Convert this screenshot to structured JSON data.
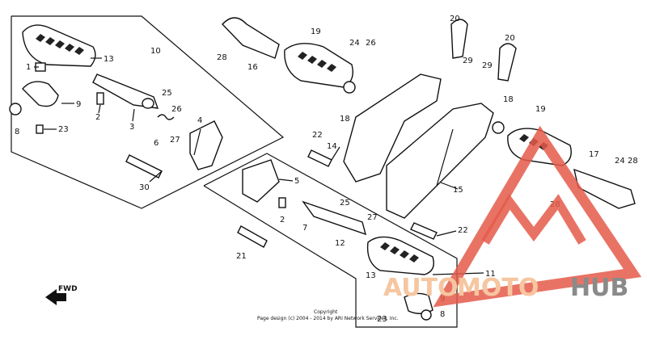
{
  "diagram": {
    "callouts": [
      "1",
      "2",
      "3",
      "4",
      "5",
      "6",
      "7",
      "8",
      "9",
      "10",
      "11",
      "12",
      "13",
      "14",
      "15",
      "16",
      "17",
      "18",
      "19",
      "20",
      "21",
      "22",
      "23",
      "24",
      "25",
      "26",
      "27",
      "28",
      "29",
      "30"
    ],
    "direction_label": "FWD",
    "copyright_line1": "Copyright",
    "copyright_line2": "Page design (c) 2004 - 2014 by ARI Network Services, Inc.",
    "watermark": {
      "part1": "AUTO",
      "part2": "MOTO",
      "part3": "HUB",
      "color_accent": "#e45a4a",
      "color_gold": "#f3c59b",
      "color_gray": "#8a8a8a"
    }
  }
}
